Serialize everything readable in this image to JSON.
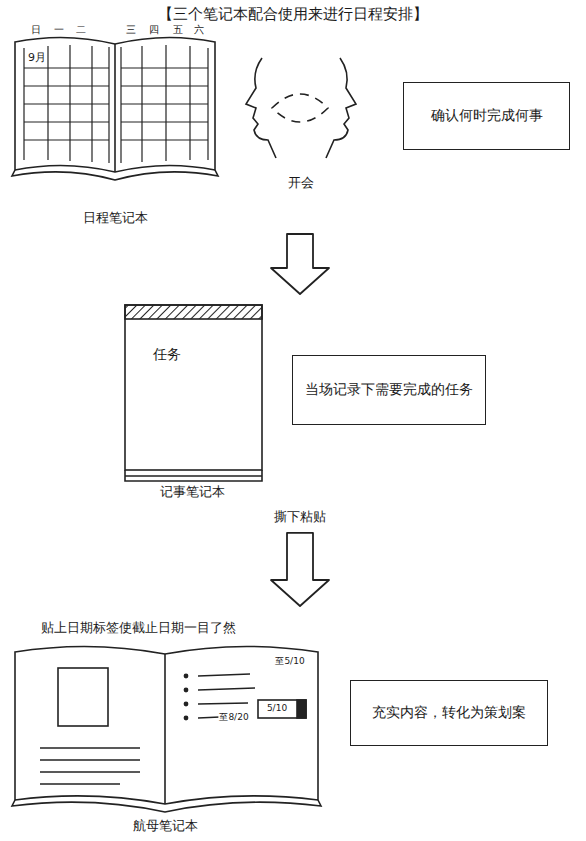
{
  "diagram": {
    "title": "【三个笔记本配合使用来进行日程安排】",
    "nodes": [
      {
        "text": [
          "日程笔记本"
        ]
      },
      {
        "text": [
          "确认何时完成何事"
        ]
      },
      {
        "text": [
          "任务",
          "记事笔记本"
        ]
      },
      {
        "text": [
          "当场记录下需要完成的任务"
        ]
      },
      {
        "text": [
          "贴上日期标签使截止日期一目了然",
          "航母笔记本"
        ]
      },
      {
        "text": [
          "充实内容，转化为策划案"
        ]
      }
    ],
    "edges": [
      {
        "from": 0,
        "to": 2,
        "arrow": "to"
      },
      {
        "from": 2,
        "to": 4,
        "label": "撕下粘贴",
        "arrow": "to"
      }
    ],
    "labels": [
      "9月",
      "日",
      "一",
      "二",
      "三",
      "四",
      "五",
      "六",
      "开会",
      "至5/10",
      "5/10",
      "至8/20"
    ]
  }
}
